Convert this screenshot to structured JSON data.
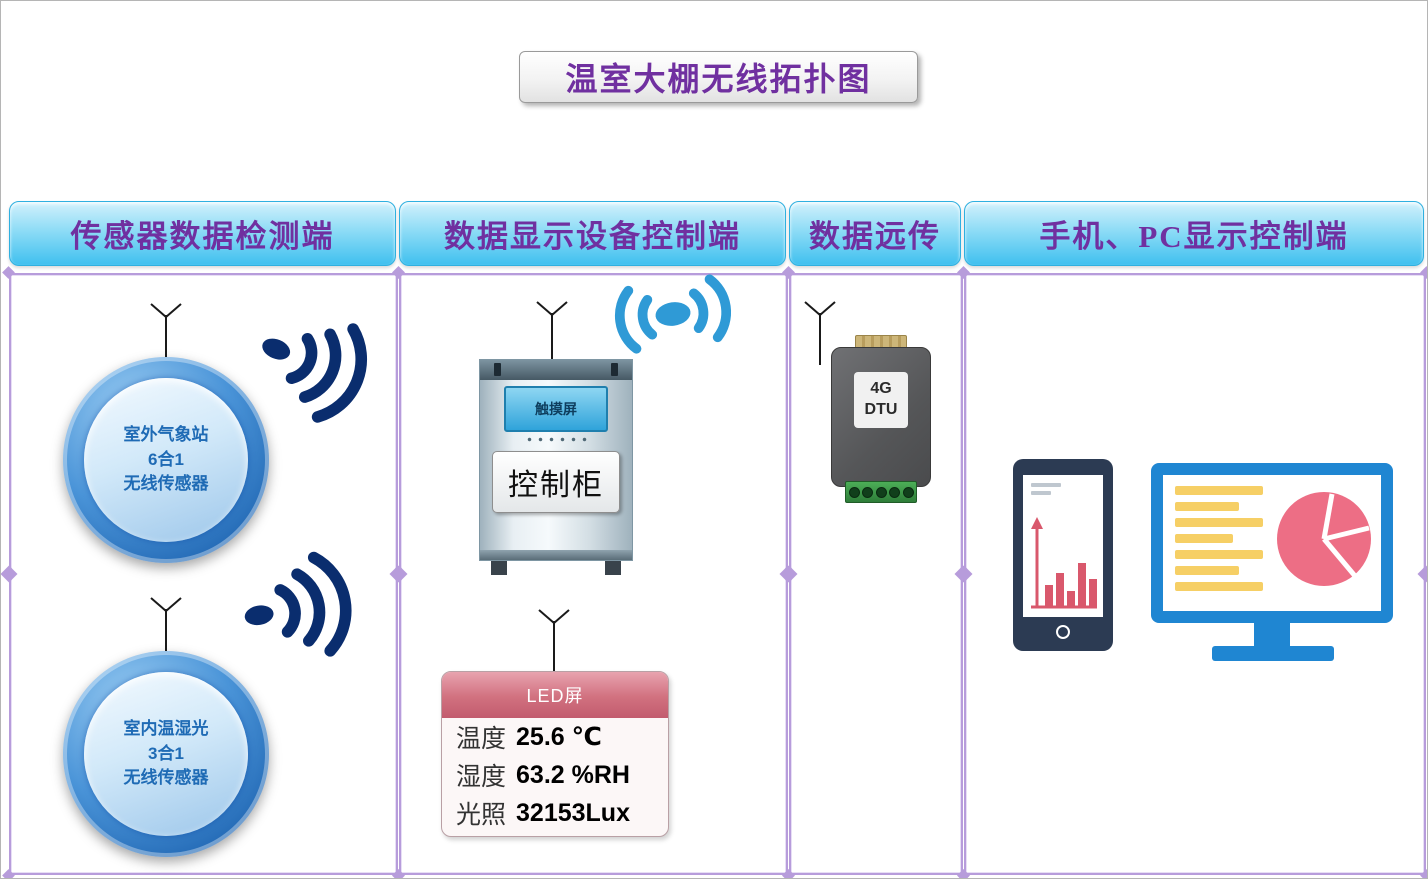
{
  "title": "温室大棚无线拓扑图",
  "headers": {
    "sensor": "传感器数据检测端",
    "display": "数据显示设备控制端",
    "remote": "数据远传",
    "client": "手机、PC显示控制端"
  },
  "sensor1": {
    "line1": "室外气象站",
    "line2": "6合1",
    "line3": "无线传感器"
  },
  "sensor2": {
    "line1": "室内温湿光",
    "line2": "3合1",
    "line3": "无线传感器"
  },
  "cabinet": {
    "screen": "触摸屏",
    "label": "控制柜"
  },
  "led": {
    "header": "LED屏",
    "rows": [
      {
        "label": "温度",
        "value": "25.6 ℃"
      },
      {
        "label": "湿度",
        "value": "63.2 %RH"
      },
      {
        "label": "光照",
        "value": "32153Lux"
      }
    ]
  },
  "dtu": {
    "line1": "4G",
    "line2": "DTU"
  },
  "icons": {
    "antenna-icon": "svg-line-v",
    "radio-waves-icon": "svg-dot-and-arcs",
    "wifi-signal-icon": "svg-ellipse-and-arcs",
    "bar-chart-icon": "svg-bars-with-arrow-axis",
    "pie-chart-icon": "svg-circle-with-slices",
    "phone-home-button": "css-ring"
  },
  "colors": {
    "title_text": "#7030a0",
    "header_fill": "#3fc0ef",
    "frame_border": "#b79cdb",
    "wave_navy": "#0a2d6e",
    "wifi_blue": "#2f9ad6",
    "sensor_blue": "#0b4fa0",
    "led_header_pink": "#c25b6e",
    "dtu_gray": "#555658",
    "terminal_green": "#2e7d39",
    "phone_navy": "#2c3b53",
    "monitor_blue": "#1f86d2",
    "chart_pink": "#d9586c",
    "list_yellow": "#f6cf65"
  }
}
